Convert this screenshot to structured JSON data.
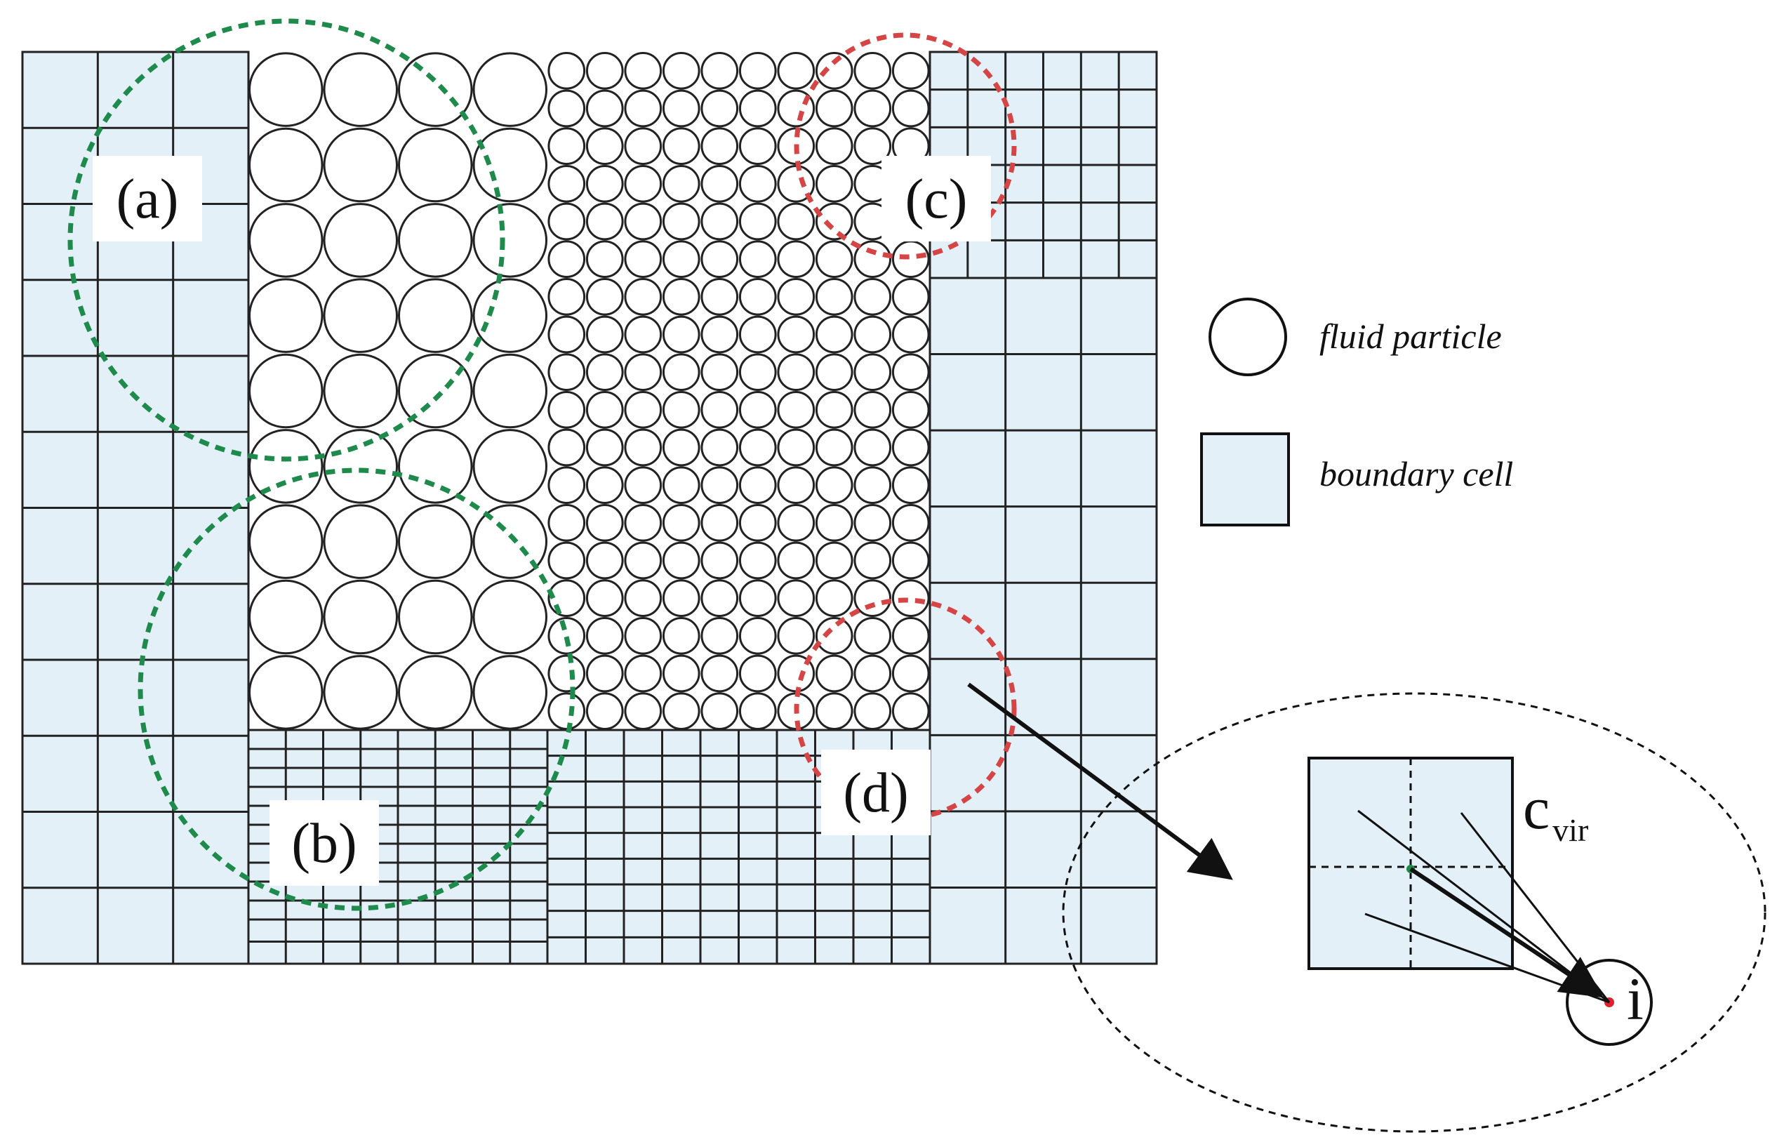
{
  "labels": {
    "a": "(a)",
    "b": "(b)",
    "c": "(c)",
    "d": "(d)"
  },
  "legend": {
    "fluid_particle": "fluid particle",
    "boundary_cell": "boundary cell"
  },
  "inset": {
    "cell_label": "c",
    "cell_subscript": "vir",
    "particle_label": "i"
  },
  "colors": {
    "boundary_fill": "#e4f0f8",
    "grid_line": "#222222",
    "green_circle": "#1e8a4c",
    "red_circle": "#d64545",
    "center_dot_red": "#e0202a",
    "center_dot_green": "#1e8a4c"
  }
}
